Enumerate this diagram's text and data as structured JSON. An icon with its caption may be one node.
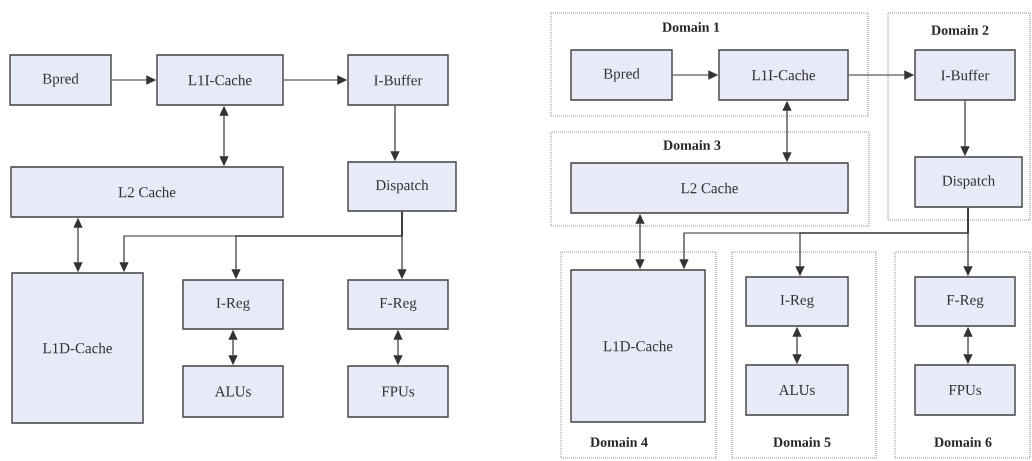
{
  "diagram": {
    "nodes": [
      {
        "text": [
          "Bpred"
        ]
      },
      {
        "text": [
          "L1I-Cache"
        ]
      },
      {
        "text": [
          "I-Buffer"
        ]
      },
      {
        "text": [
          "L2 Cache"
        ]
      },
      {
        "text": [
          "Dispatch"
        ]
      },
      {
        "text": [
          "L1D-Cache"
        ]
      },
      {
        "text": [
          "I-Reg"
        ]
      },
      {
        "text": [
          "F-Reg"
        ]
      },
      {
        "text": [
          "ALUs"
        ]
      },
      {
        "text": [
          "FPUs"
        ]
      },
      {
        "text": [
          "Domain 1"
        ]
      },
      {
        "text": [
          "Bpred"
        ],
        "in": 10
      },
      {
        "text": [
          "L1I-Cache"
        ],
        "in": 10
      },
      {
        "text": [
          "Domain 2"
        ]
      },
      {
        "text": [
          "I-Buffer"
        ],
        "in": 13
      },
      {
        "text": [
          "Dispatch"
        ],
        "in": 13
      },
      {
        "text": [
          "Domain 3"
        ]
      },
      {
        "text": [
          "L2 Cache"
        ],
        "in": 16
      },
      {
        "text": [
          "Domain 4"
        ]
      },
      {
        "text": [
          "L1D-Cache"
        ],
        "in": 18
      },
      {
        "text": [
          "Domain 5"
        ]
      },
      {
        "text": [
          "I-Reg"
        ],
        "in": 20
      },
      {
        "text": [
          "ALUs"
        ],
        "in": 20
      },
      {
        "text": [
          "Domain 6"
        ]
      },
      {
        "text": [
          "F-Reg"
        ],
        "in": 23
      },
      {
        "text": [
          "FPUs"
        ],
        "in": 23
      }
    ],
    "edges": [
      {
        "from": 0,
        "to": 1,
        "arrow": "to"
      },
      {
        "from": 1,
        "to": 2,
        "arrow": "to"
      },
      {
        "from": 1,
        "to": 3,
        "arrow": "both"
      },
      {
        "from": 2,
        "to": 4,
        "arrow": "to"
      },
      {
        "from": 3,
        "to": 5,
        "arrow": "both"
      },
      {
        "from": 4,
        "to": 5,
        "arrow": "to"
      },
      {
        "from": 4,
        "to": 6,
        "arrow": "to"
      },
      {
        "from": 4,
        "to": 7,
        "arrow": "to"
      },
      {
        "from": 6,
        "to": 8,
        "arrow": "both"
      },
      {
        "from": 7,
        "to": 9,
        "arrow": "both"
      },
      {
        "from": 11,
        "to": 12,
        "arrow": "to"
      },
      {
        "from": 12,
        "to": 14,
        "arrow": "to"
      },
      {
        "from": 12,
        "to": 17,
        "arrow": "both"
      },
      {
        "from": 14,
        "to": 15,
        "arrow": "to"
      },
      {
        "from": 17,
        "to": 19,
        "arrow": "both"
      },
      {
        "from": 15,
        "to": 19,
        "arrow": "to"
      },
      {
        "from": 15,
        "to": 21,
        "arrow": "to"
      },
      {
        "from": 15,
        "to": 24,
        "arrow": "to"
      },
      {
        "from": 21,
        "to": 22,
        "arrow": "both"
      },
      {
        "from": 24,
        "to": 25,
        "arrow": "both"
      }
    ]
  }
}
